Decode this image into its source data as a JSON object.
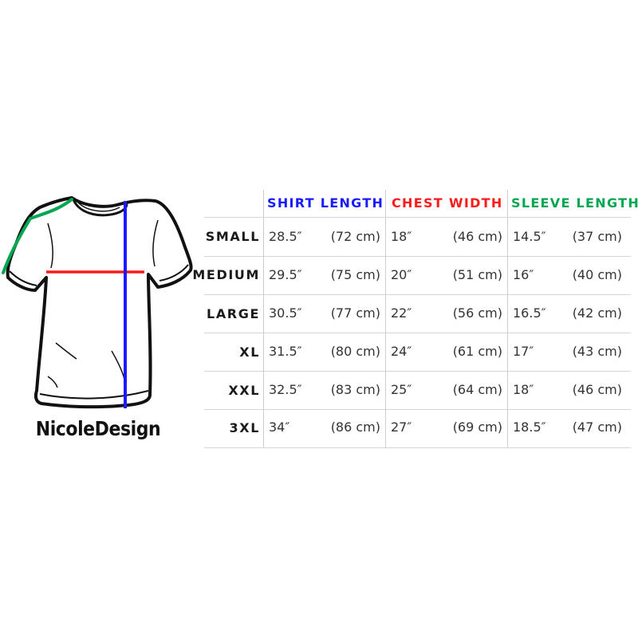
{
  "brand": {
    "name": "NicoleDesign"
  },
  "colors": {
    "shirt_length": "#1a1aff",
    "chest_width": "#ff1a1a",
    "sleeve_length": "#00a650",
    "grid": "#cccccc",
    "text": "#333333"
  },
  "diagram": {
    "shirt_length_line": "blue-vertical",
    "chest_width_line": "red-horizontal",
    "sleeve_length_line": "green-shoulder"
  },
  "table": {
    "headers": [
      "SHIRT LENGTH",
      "CHEST WIDTH",
      "SLEEVE LENGTH"
    ],
    "rows": [
      {
        "size": "SMALL",
        "shirt_in": "28.5″",
        "shirt_cm": "(72 cm)",
        "chest_in": "18″",
        "chest_cm": "(46 cm)",
        "sleeve_in": "14.5″",
        "sleeve_cm": "(37 cm)"
      },
      {
        "size": "MEDIUM",
        "shirt_in": "29.5″",
        "shirt_cm": "(75 cm)",
        "chest_in": "20″",
        "chest_cm": "(51 cm)",
        "sleeve_in": "16″",
        "sleeve_cm": "(40 cm)"
      },
      {
        "size": "LARGE",
        "shirt_in": "30.5″",
        "shirt_cm": "(77 cm)",
        "chest_in": "22″",
        "chest_cm": "(56 cm)",
        "sleeve_in": "16.5″",
        "sleeve_cm": "(42 cm)"
      },
      {
        "size": "XL",
        "shirt_in": "31.5″",
        "shirt_cm": "(80 cm)",
        "chest_in": "24″",
        "chest_cm": "(61 cm)",
        "sleeve_in": "17″",
        "sleeve_cm": "(43 cm)"
      },
      {
        "size": "XXL",
        "shirt_in": "32.5″",
        "shirt_cm": "(83 cm)",
        "chest_in": "25″",
        "chest_cm": "(64 cm)",
        "sleeve_in": "18″",
        "sleeve_cm": "(46 cm)"
      },
      {
        "size": "3XL",
        "shirt_in": "34″",
        "shirt_cm": "(86 cm)",
        "chest_in": "27″",
        "chest_cm": "(69 cm)",
        "sleeve_in": "18.5″",
        "sleeve_cm": "(47 cm)"
      }
    ]
  }
}
